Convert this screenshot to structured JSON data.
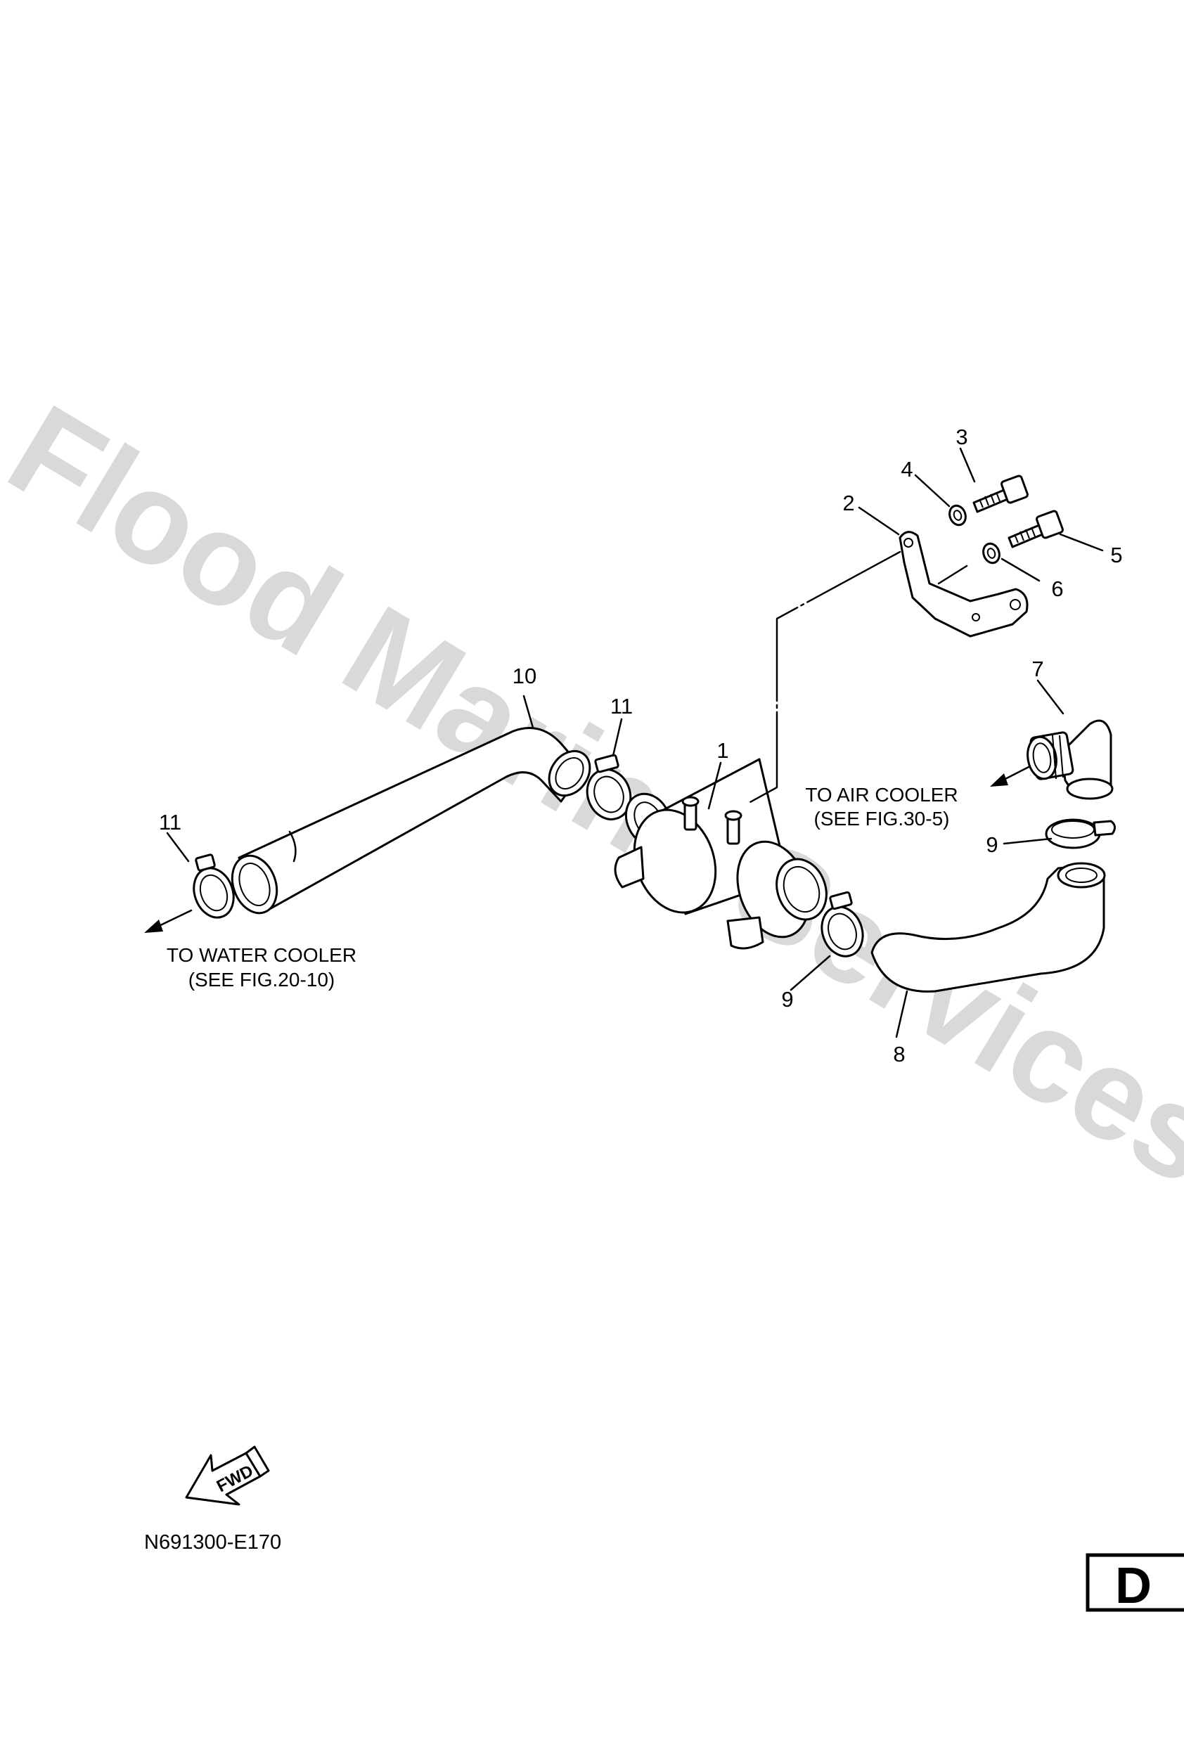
{
  "watermark": "Flood Marine Services",
  "callouts": {
    "c1": "1",
    "c2": "2",
    "c3": "3",
    "c4": "4",
    "c5": "5",
    "c6": "6",
    "c7": "7",
    "c8": "8",
    "c9a": "9",
    "c9b": "9",
    "c10": "10",
    "c11a": "11",
    "c11b": "11"
  },
  "notes": {
    "water_cooler_line1": "TO WATER COOLER",
    "water_cooler_line2": "(SEE FIG.20-10)",
    "air_cooler_line1": "TO AIR COOLER",
    "air_cooler_line2": "(SEE FIG.30-5)"
  },
  "fwd_label": "FWD",
  "drawing_code": "N691300-E170",
  "section_tab": "D"
}
